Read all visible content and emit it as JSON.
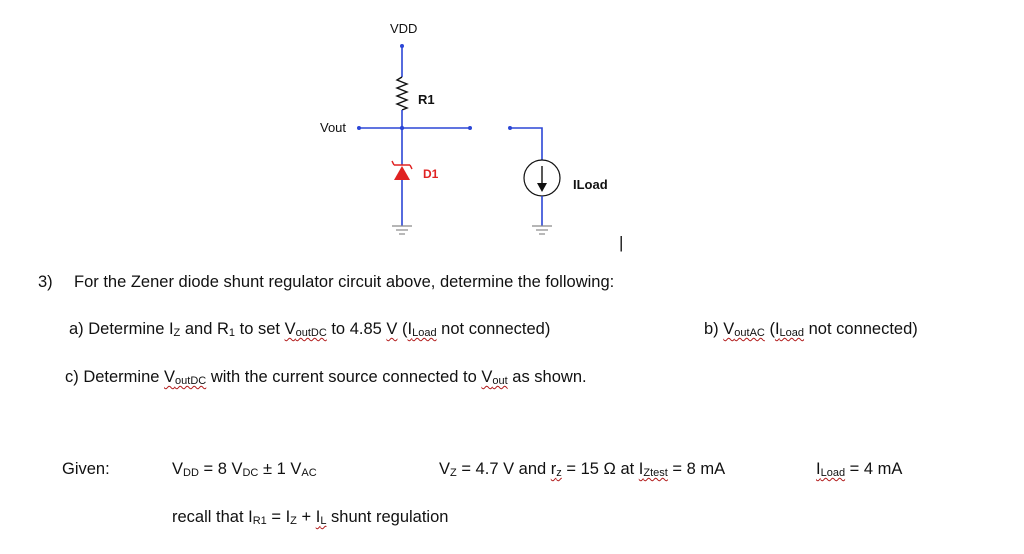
{
  "circuit": {
    "vdd_label": "VDD",
    "r1_label": "R1",
    "vout_label": "Vout",
    "d1_label": "D1",
    "iload_label": "ILoad",
    "cursor_char": "|"
  },
  "question": {
    "number": "3)",
    "prompt": "For the Zener diode shunt regulator circuit above, determine the following:",
    "part_a": {
      "t1": "a) Determine I",
      "s1": "Z",
      "t2": " and R",
      "s2": "1",
      "t3": " to set ",
      "v_main": "V",
      "v_sub": "outDC",
      "t4": " to 4.85 ",
      "unit": "V",
      "t5": " (",
      "il_main": "I",
      "il_sub": "Load",
      "t6": " not connected)"
    },
    "part_b": {
      "t1": "b) ",
      "v_main": "V",
      "v_sub": "outAC",
      "t2": " (",
      "il_main": "I",
      "il_sub": "Load",
      "t3": " not connected)"
    },
    "part_c": {
      "t1": "c) Determine ",
      "v_main": "V",
      "v_sub": "outDC",
      "t2": " with the current source connected to ",
      "vo_main": "V",
      "vo_sub": "out",
      "t3": " as shown."
    }
  },
  "given": {
    "label": "Given:",
    "vdd": {
      "m1": "V",
      "s1": "DD",
      "t1": " = 8 V",
      "s2": "DC",
      "t2": " ± 1 V",
      "s3": "AC"
    },
    "vz": {
      "m1": "V",
      "s1": "Z",
      "t1": " = 4.7 V and ",
      "rz_m": "r",
      "rz_s": "z",
      "t2": " = 15 Ω at ",
      "iz_m": "I",
      "iz_s": "Ztest",
      "t3": " = 8 mA"
    },
    "iload": {
      "m1": "I",
      "s1": "Load",
      "t1": " = 4 mA"
    },
    "recall": {
      "t1": "recall that I",
      "s1": "R1",
      "t2": " = I",
      "s2": "Z",
      "t3": " + ",
      "m3": "I",
      "s3": "L",
      "t4": " shunt regulation"
    }
  },
  "colors": {
    "wire": "#2b46d6",
    "diode": "#e02222",
    "ground": "#8a8a8a",
    "squiggle": "#b01818"
  }
}
